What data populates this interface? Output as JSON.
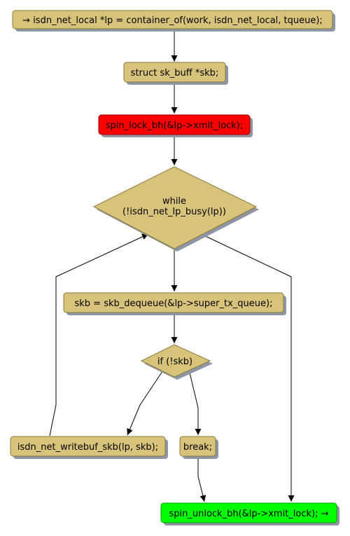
{
  "colors": {
    "node_fill": "#d8c37b",
    "node_stroke": "#8a7a3a",
    "shadow": "#8e95a4",
    "lock_fill": "#ff0000",
    "unlock_fill": "#00ff00",
    "edge": "#000000"
  },
  "nodes": {
    "start": "→ isdn_net_local *lp = container_of(work, isdn_net_local, tqueue);",
    "decl_skb": "struct sk_buff *skb;",
    "lock": "spin_lock_bh(&lp->xmit_lock);",
    "while_line1": "while",
    "while_line2": "(!isdn_net_lp_busy(lp))",
    "dequeue": "skb = skb_dequeue(&lp->super_tx_queue);",
    "if_cond": "if (!skb)",
    "writebuf": "isdn_net_writebuf_skb(lp, skb);",
    "break_stmt": "break;",
    "unlock": "spin_unlock_bh(&lp->xmit_lock); →"
  }
}
